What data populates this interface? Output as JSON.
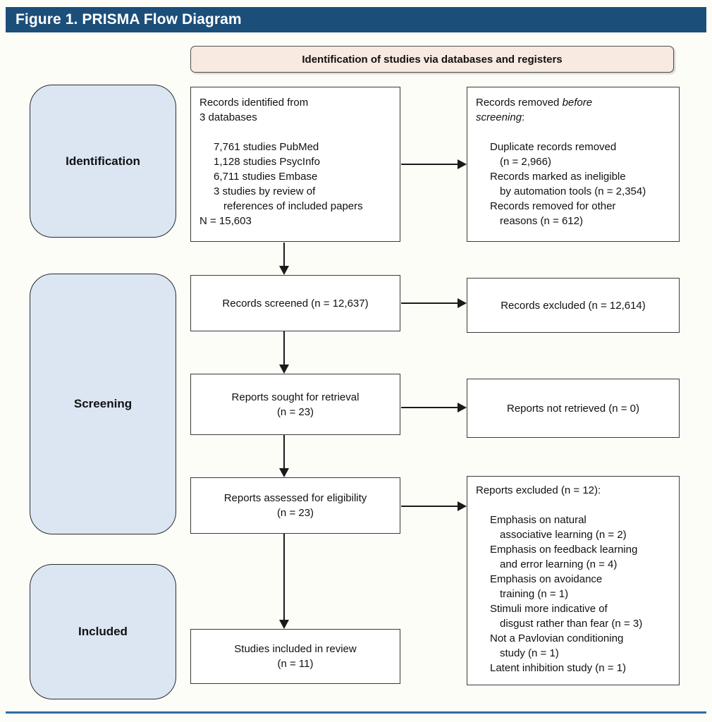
{
  "title_bar": {
    "text": "Figure 1. PRISMA Flow Diagram"
  },
  "banner": {
    "text": "Identification of studies via databases and registers"
  },
  "stages": {
    "identification": "Identification",
    "screening": "Screening",
    "included": "Included"
  },
  "flow": {
    "records_identified": {
      "intro": [
        "Records identified from",
        "3 databases"
      ],
      "items": [
        "7,761 studies PubMed",
        "1,128 studies PsycInfo",
        "6,711 studies Embase",
        "3 studies by review of",
        "references of included papers"
      ],
      "total": "N = 15,603"
    },
    "records_screened": {
      "text": "Records screened (n = 12,637)"
    },
    "reports_sought": {
      "line1": "Reports sought for retrieval",
      "line2": "(n = 23)"
    },
    "reports_assessed": {
      "line1": "Reports assessed for eligibility",
      "line2": "(n = 23)"
    },
    "studies_included": {
      "line1": "Studies included in review",
      "line2": "(n = 11)"
    }
  },
  "exclusions": {
    "records_removed": {
      "title_normal": "Records removed ",
      "title_italic_word1": "before",
      "title_italic_word2": "screening",
      "title_colon": ":",
      "items": [
        "Duplicate records removed",
        "(n = 2,966)",
        "Records marked as ineligible",
        "by automation tools (n = 2,354)",
        "Records removed for other",
        "reasons (n = 612)"
      ]
    },
    "records_excluded": {
      "text": "Records excluded (n = 12,614)"
    },
    "reports_not_retrieved": {
      "text": "Reports not retrieved (n = 0)"
    },
    "reports_excluded": {
      "title": "Reports excluded (n = 12):",
      "items": [
        "Emphasis on natural",
        "associative learning (n = 2)",
        "Emphasis on feedback learning",
        "and error learning (n = 4)",
        "Emphasis on avoidance",
        "training (n = 1)",
        "Stimuli more indicative of",
        "disgust rather than fear (n = 3)",
        "Not a Pavlovian conditioning",
        "study (n = 1)",
        "Latent inhibition study (n = 1)"
      ]
    }
  },
  "colors": {
    "title_bar_bg": "#1c4e7a",
    "title_bar_text": "#ffffff",
    "banner_bg": "#f8e9e1",
    "stage_box_bg": "#dbe6f2",
    "flow_box_bg": "#ffffff",
    "box_border": "#3a3a3a",
    "arrow": "#1a1a1a",
    "bottom_rule": "#2e6ba0"
  }
}
